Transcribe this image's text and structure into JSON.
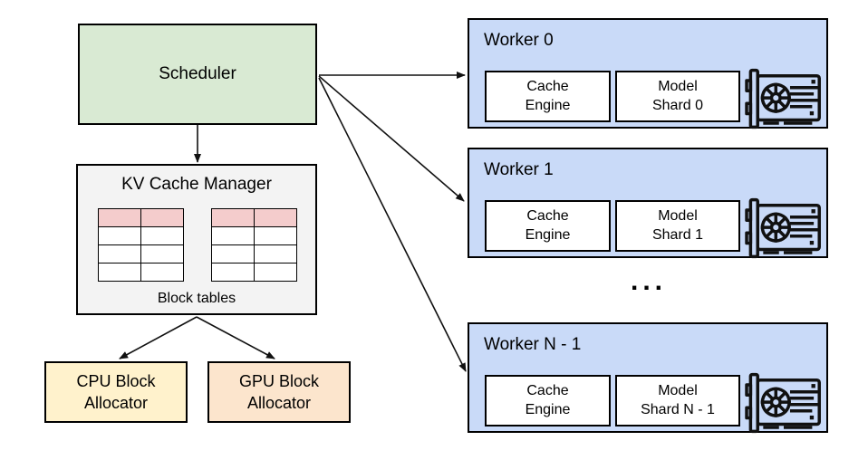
{
  "colors": {
    "scheduler-fill": "#d9ead3",
    "kv-fill": "#f3f3f3",
    "table-header-fill": "#f4cccc",
    "cpu-fill": "#fff2cc",
    "gpu-fill": "#fce5cd",
    "worker-fill": "#c9daf8",
    "line": "#111111"
  },
  "scheduler": {
    "label": "Scheduler"
  },
  "kv_cache_manager": {
    "title": "KV Cache Manager",
    "caption": "Block tables",
    "tables": [
      {
        "rows": 4,
        "cols": 2,
        "header_row_highlighted": true
      },
      {
        "rows": 4,
        "cols": 2,
        "header_row_highlighted": true
      }
    ]
  },
  "allocators": {
    "cpu_label": "CPU Block\nAllocator",
    "gpu_label": "GPU Block\nAllocator"
  },
  "workers": [
    {
      "title": "Worker 0",
      "cache_engine": "Cache\nEngine",
      "model_shard": "Model\nShard 0"
    },
    {
      "title": "Worker 1",
      "cache_engine": "Cache\nEngine",
      "model_shard": "Model\nShard 1"
    },
    {
      "title": "Worker N - 1",
      "cache_engine": "Cache\nEngine",
      "model_shard": "Model\nShard N - 1"
    }
  ],
  "ellipsis": "..."
}
